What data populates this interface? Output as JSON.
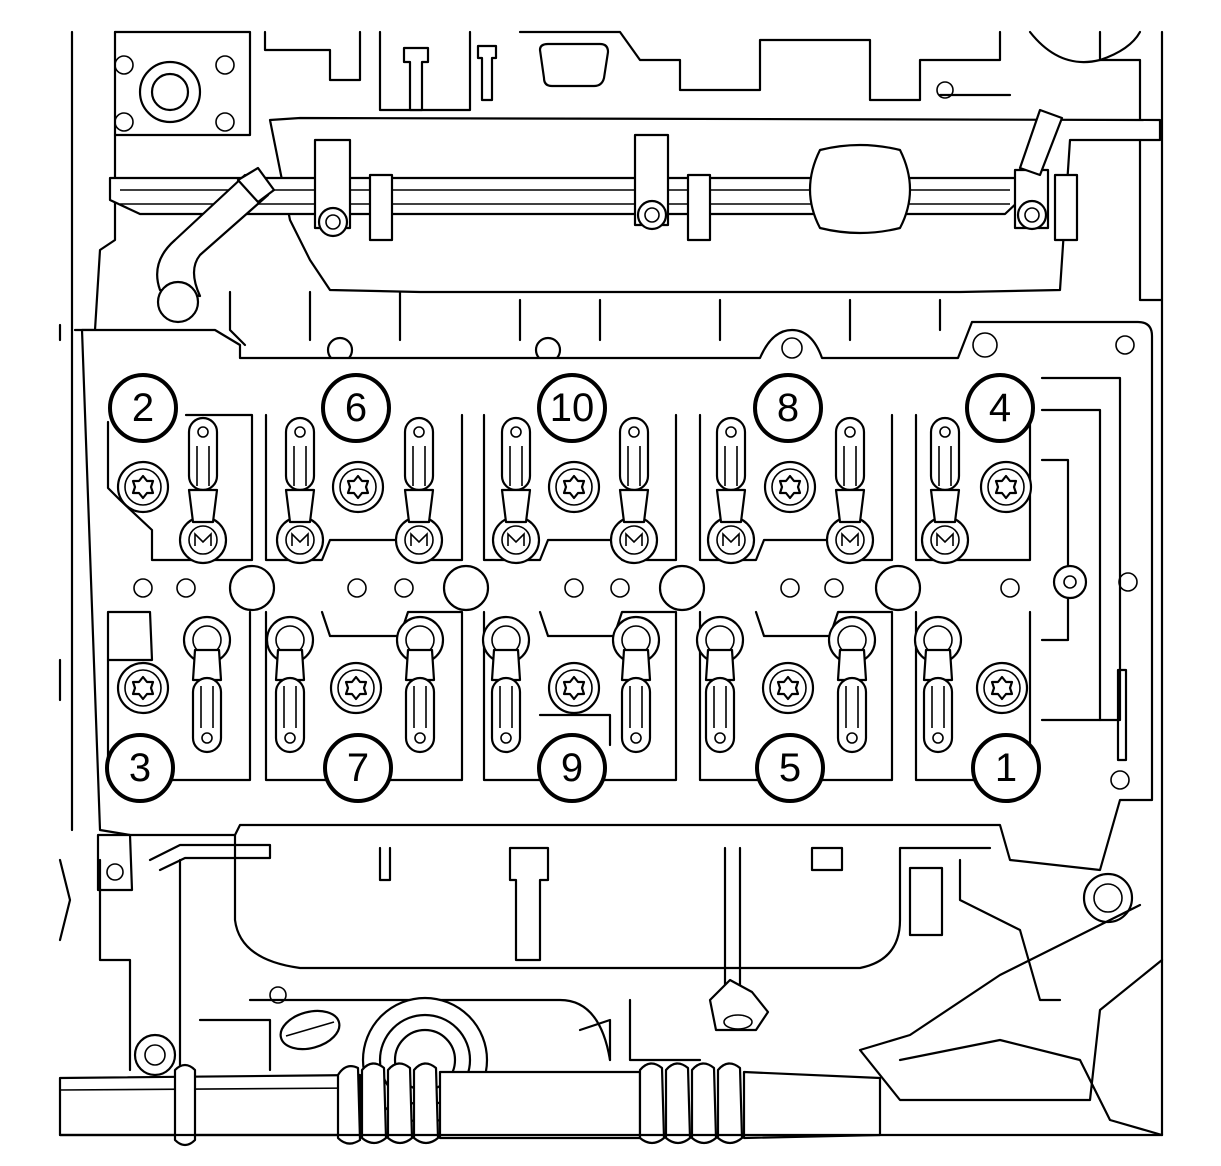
{
  "figure": {
    "subject": "cylinder-head-bolt-tightening-sequence",
    "line_color": "#000000",
    "background": "#ffffff"
  },
  "callouts": [
    {
      "id": "c2",
      "label": "2"
    },
    {
      "id": "c6",
      "label": "6"
    },
    {
      "id": "c10",
      "label": "10"
    },
    {
      "id": "c8",
      "label": "8"
    },
    {
      "id": "c4",
      "label": "4"
    },
    {
      "id": "c3",
      "label": "3"
    },
    {
      "id": "c7",
      "label": "7"
    },
    {
      "id": "c9",
      "label": "9"
    },
    {
      "id": "c5",
      "label": "5"
    },
    {
      "id": "c1",
      "label": "1"
    }
  ]
}
